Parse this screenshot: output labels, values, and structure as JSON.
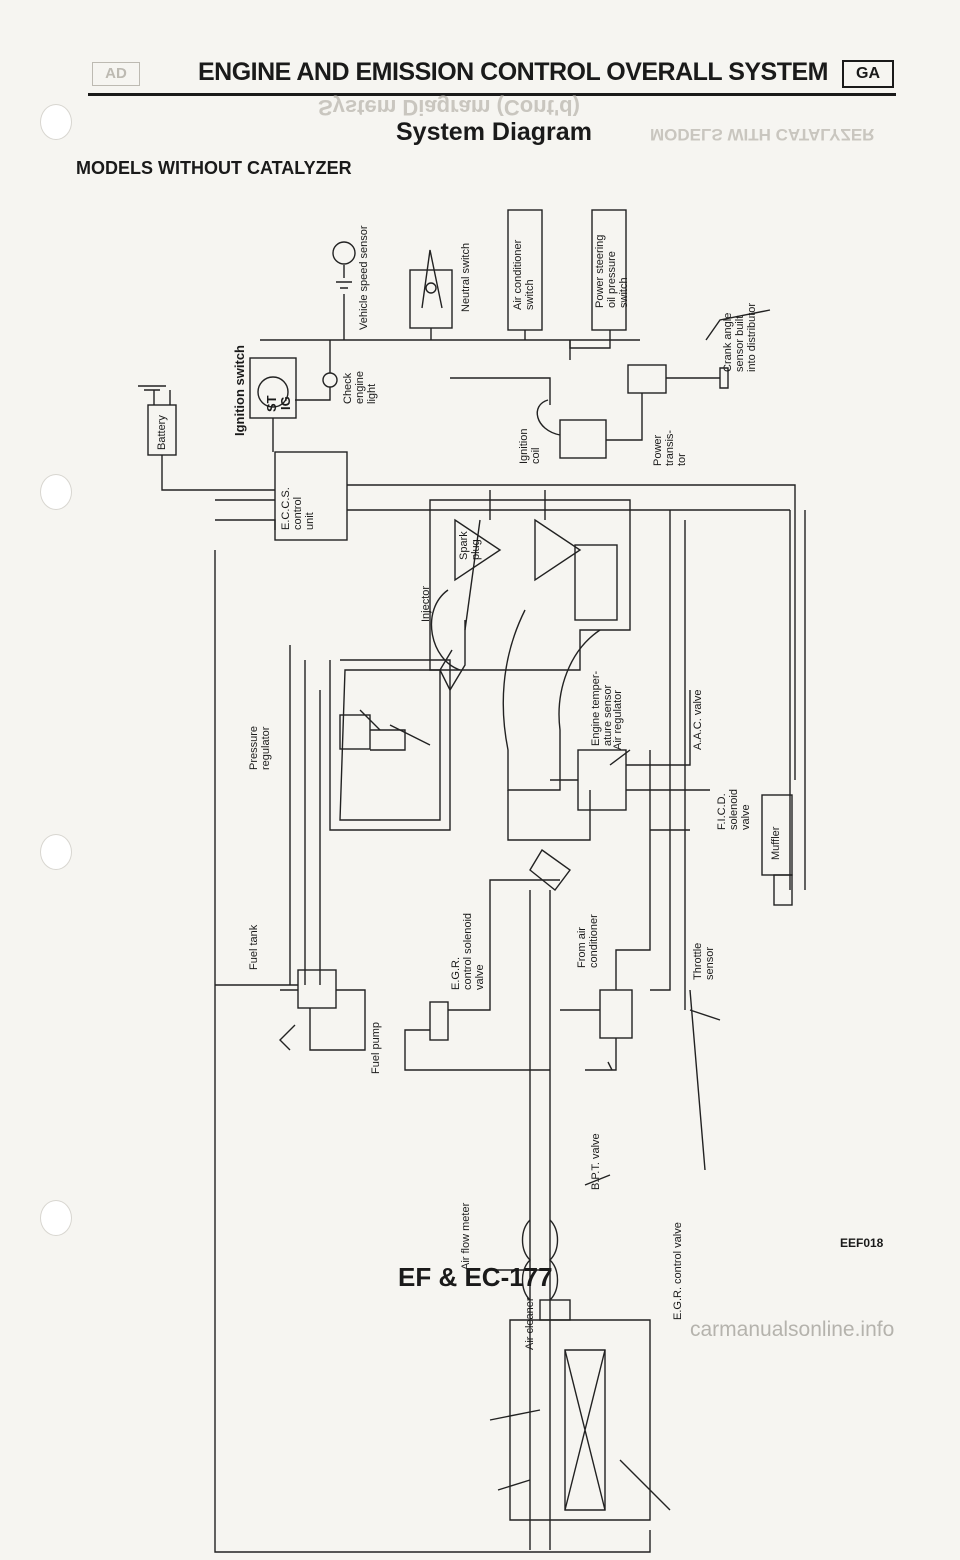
{
  "header": {
    "section_badge": "AD",
    "title": "ENGINE AND EMISSION CONTROL OVERALL SYSTEM",
    "page_badge": "GA"
  },
  "show_through": {
    "title": "System Diagram (Cont'd)",
    "heading": "MODELS WITH CATALYZER"
  },
  "section_title": "System Diagram",
  "sub_heading": "MODELS WITHOUT CATALYZER",
  "labels": {
    "vehicle_speed_sensor": "Vehicle speed sensor",
    "neutral_switch": "Neutral switch",
    "air_conditioner_switch": "Air conditioner\nswitch",
    "power_steering_switch": "Power steering\noil pressure\nswitch",
    "crank_angle_sensor": "Crank angle\nsensor built\ninto distributor",
    "battery": "Battery",
    "ignition_switch": "Ignition switch",
    "st": "ST",
    "ig": "IG",
    "check_engine_light": "Check\nengine\nlight",
    "ignition_coil": "Ignition\ncoil",
    "power_transistor": "Power\ntransis-\ntor",
    "eccs_control_unit": "E.C.C.S.\ncontrol\nunit",
    "spark_plug": "Spark\nplug",
    "injector": "Injector",
    "engine_temperature_sensor": "Engine temper-\nature sensor",
    "air_regulator": "Air regulator",
    "aac_valve": "A.A.C. valve",
    "pressure_regulator": "Pressure\nregulator",
    "ficd_solenoid_valve": "F.I.C.D.\nsolenoid\nvalve",
    "muffler": "Muffler",
    "fuel_tank": "Fuel tank",
    "egr_control_solenoid_valve": "E.G.R.\ncontrol solenoid\nvalve",
    "from_air_conditioner": "From air\nconditioner",
    "throttle_sensor": "Throttle\nsensor",
    "fuel_pump": "Fuel pump",
    "bpt_valve": "B.P.T. valve",
    "egr_control_valve": "E.G.R. control valve",
    "air_flow_meter": "Air flow meter",
    "air_cleaner": "Air cleaner"
  },
  "figure_code": "EEF018",
  "page_number": "EF & EC-177",
  "watermark": "carmanualsonline.info"
}
